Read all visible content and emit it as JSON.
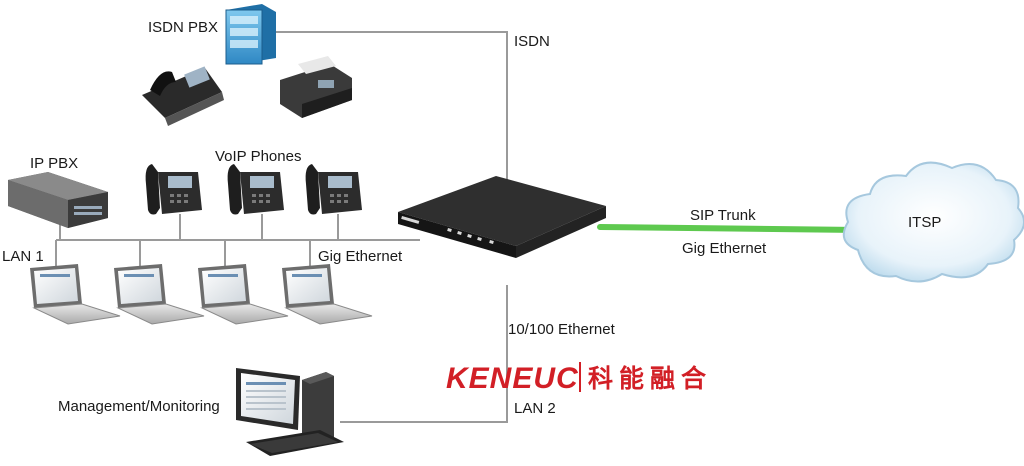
{
  "labels": {
    "isdn_pbx": "ISDN PBX",
    "isdn": "ISDN",
    "ip_pbx": "IP PBX",
    "voip_phones": "VoIP Phones",
    "lan1": "LAN 1",
    "gig_ethernet_lan": "Gig Ethernet",
    "sip_trunk": "SIP Trunk",
    "gig_ethernet_wan": "Gig Ethernet",
    "itsp": "ITSP",
    "fast_ethernet": "10/100 Ethernet",
    "management": "Management/Monitoring",
    "lan2": "LAN 2"
  },
  "logo": {
    "latin": "KENEUC",
    "chinese": "科能融合"
  },
  "colors": {
    "sip_trunk_line": "#5ec94f",
    "logo_red": "#d21f26",
    "line_gray": "#9a9a9a"
  }
}
